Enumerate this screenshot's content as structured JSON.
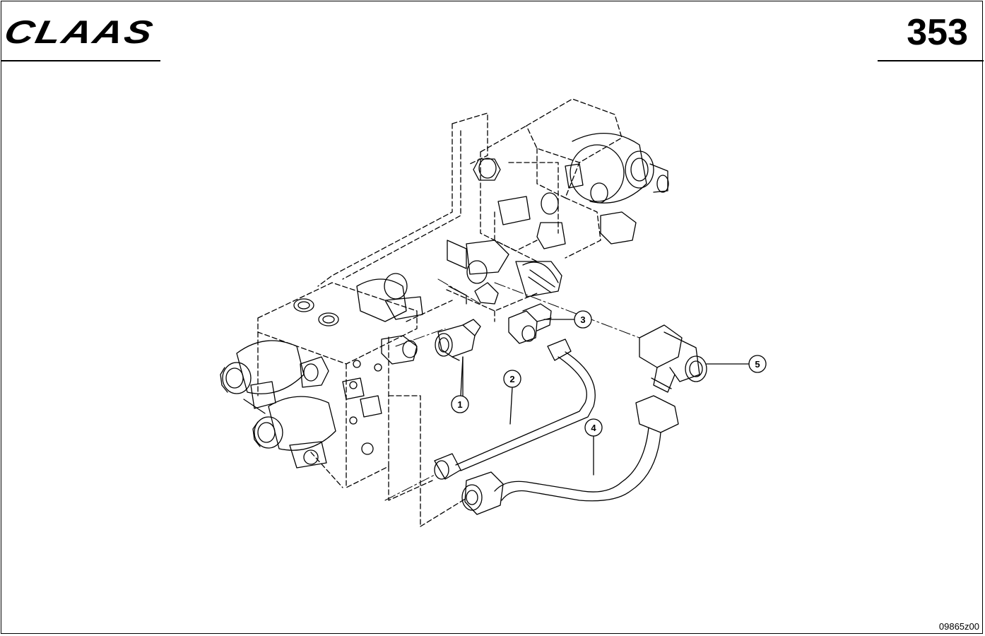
{
  "brand": {
    "logo_text": "CLAAS"
  },
  "page_number": "353",
  "drawing_code": "09865z00",
  "callouts": [
    {
      "label": "1"
    },
    {
      "label": "2"
    },
    {
      "label": "3"
    },
    {
      "label": "4"
    },
    {
      "label": "5"
    }
  ]
}
